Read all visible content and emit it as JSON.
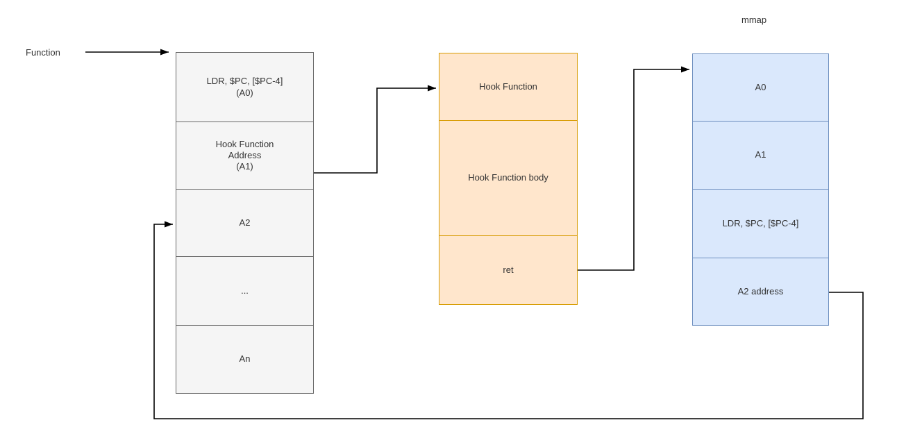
{
  "palette": {
    "gray_fill": "#F5F5F5",
    "gray_border": "#666666",
    "orange_fill": "#FFE6CC",
    "orange_border": "#D79B00",
    "blue_fill": "#DAE8FC",
    "blue_border": "#6C8EBF",
    "line_color": "#000000",
    "text_color": "#333333",
    "background": "#FFFFFF"
  },
  "labels": {
    "function_pointer": "Function",
    "mmap_title": "mmap"
  },
  "function_table": {
    "cells": [
      {
        "text": "LDR, $PC, [$PC-4]\n(A0)"
      },
      {
        "text": "Hook Function\nAddress\n(A1)"
      },
      {
        "text": "A2"
      },
      {
        "text": "..."
      },
      {
        "text": "An"
      }
    ]
  },
  "hook_table": {
    "cells": [
      {
        "text": "Hook Function"
      },
      {
        "text": "Hook Function body"
      },
      {
        "text": "ret"
      }
    ]
  },
  "mmap_table": {
    "cells": [
      {
        "text": "A0"
      },
      {
        "text": "A1"
      },
      {
        "text": "LDR, $PC, [$PC-4]"
      },
      {
        "text": "A2 address"
      }
    ]
  }
}
